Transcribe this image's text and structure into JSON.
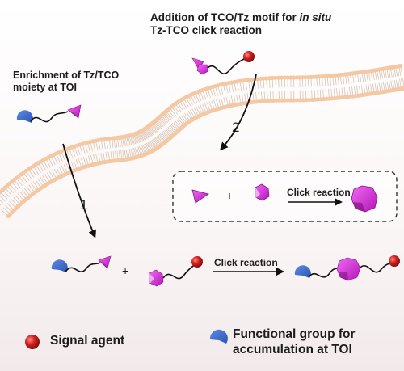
{
  "labels": {
    "top_line1": "Addition of TCO/Tz motif for ",
    "top_line1_italic": "in situ",
    "top_line2": "Tz-TCO click reaction",
    "left_line1": "Enrichment of Tz/TCO",
    "left_line2": "moiety at TOI",
    "step1": "1",
    "step2": "2",
    "plus_dashed": "+",
    "click_dashed": "Click reaction",
    "plus_bottom": "+",
    "click_bottom": "Click reaction"
  },
  "legend": {
    "signal": "Signal agent",
    "functional_line1": "Functional group for",
    "functional_line2": "accumulation at TOI"
  },
  "colors": {
    "membrane_head": "#f3c8a3",
    "membrane_tail": "#d9c4b3",
    "reactant_magenta": "#d62ad8",
    "functional_blue": "#3f6fd0",
    "signal_red": "#c81d1d",
    "dashed_box": "#333333"
  }
}
